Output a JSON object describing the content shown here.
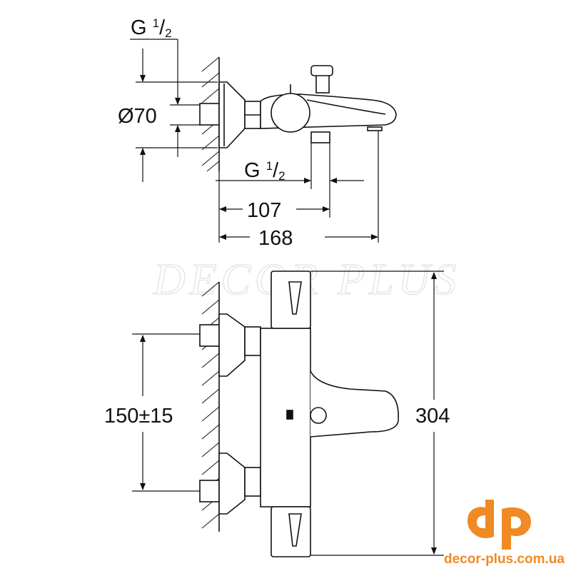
{
  "watermark": "DECOR PLUS",
  "top_view": {
    "thread_inlet": {
      "main": "G",
      "num": "1",
      "den": "2"
    },
    "diameter": "Ø70",
    "thread_outlet": {
      "main": "G",
      "num": "1",
      "den": "2"
    },
    "dim_outlet": "107",
    "dim_spout": "168"
  },
  "front_view": {
    "dim_centers": "150±15",
    "dim_height": "304"
  },
  "logo": {
    "mark": "dp",
    "url": "decor-plus.com.ua",
    "color": "#f08a24"
  }
}
